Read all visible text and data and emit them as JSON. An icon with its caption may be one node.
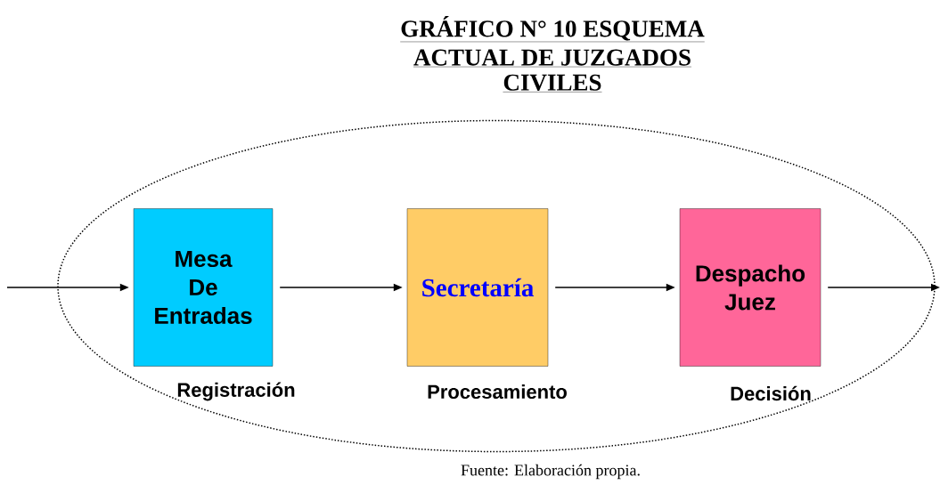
{
  "diagram": {
    "title": "GRÁFICO N° 10 ESQUEMA ACTUAL DE JUZGADOS CIVILES",
    "caption": "Fuente: Elaboración propia.",
    "nodes": [
      {
        "text": [],
        "shape": "ellipse"
      },
      {
        "text": [
          "Mesa De Entradas"
        ],
        "in": 0,
        "beside": [
          "Registración"
        ]
      },
      {
        "text": [
          "Secretaría"
        ],
        "in": 0,
        "beside": [
          "Procesamiento"
        ]
      },
      {
        "text": [
          "Despacho Juez"
        ],
        "in": 0,
        "beside": [
          "Decisión"
        ]
      }
    ],
    "edges": [
      {
        "from": null,
        "to": 1,
        "arrow": "to"
      },
      {
        "from": 1,
        "to": 2,
        "arrow": "to"
      },
      {
        "from": 2,
        "to": 3,
        "arrow": "to"
      },
      {
        "from": 3,
        "to": null,
        "arrow": "to"
      }
    ]
  }
}
